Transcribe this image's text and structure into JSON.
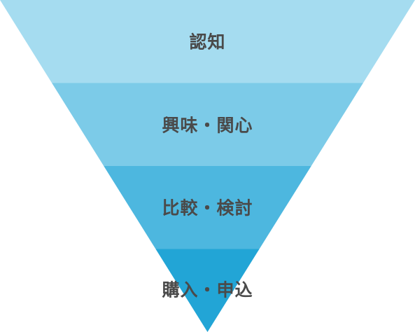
{
  "funnel": {
    "stages": [
      {
        "label": "認知",
        "color": "#a5dcf0"
      },
      {
        "label": "興味・関心",
        "color": "#7ccbe8"
      },
      {
        "label": "比較・検討",
        "color": "#4db7df"
      },
      {
        "label": "購入・申込",
        "color": "#22a5d6"
      }
    ],
    "label_color": "#4a4a4a"
  }
}
